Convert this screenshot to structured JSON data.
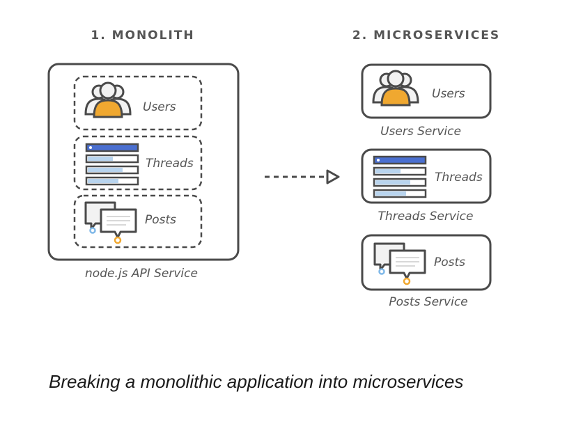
{
  "sections": {
    "monolith_title": "1. MONOLITH",
    "microservices_title": "2. MICROSERVICES"
  },
  "monolith": {
    "modules": [
      "Users",
      "Threads",
      "Posts"
    ],
    "service_label": "node.js API Service"
  },
  "microservices": {
    "services": [
      {
        "label": "Users",
        "service_label": "Users Service",
        "icon": "users-icon"
      },
      {
        "label": "Threads",
        "service_label": "Threads Service",
        "icon": "threads-list-icon"
      },
      {
        "label": "Posts",
        "service_label": "Posts Service",
        "icon": "posts-chat-icon"
      }
    ]
  },
  "caption": "Breaking a monolithic application into microservices",
  "colors": {
    "stroke": "#4a4a4a",
    "user_accent": "#f0a830",
    "list_bar": "#4a6fd0",
    "list_fill": "#b8d4ee",
    "text": "#555555",
    "caption": "#1a1a1a"
  }
}
